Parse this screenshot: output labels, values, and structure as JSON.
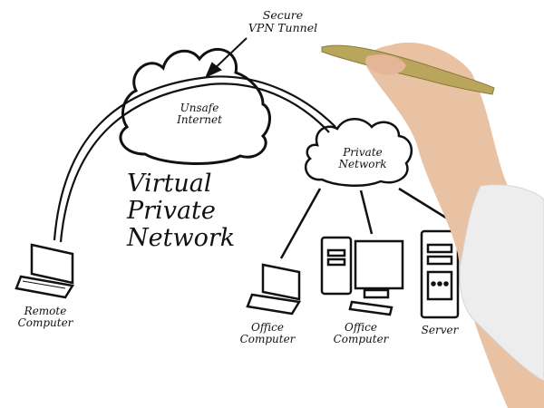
{
  "diagram": {
    "title_lines": [
      "Virtual",
      "Private",
      "Network"
    ],
    "labels": {
      "vpn_tunnel": [
        "Secure",
        "VPN Tunnel"
      ],
      "unsafe_internet": [
        "Unsafe",
        "Internet"
      ],
      "private_network": [
        "Private",
        "Network"
      ],
      "remote_computer": [
        "Remote",
        "Computer"
      ],
      "office_laptop": [
        "Office",
        "Computer"
      ],
      "office_desktop": [
        "Office",
        "Computer"
      ],
      "server": [
        "Server"
      ]
    },
    "nodes": [
      {
        "id": "remote_computer",
        "type": "laptop",
        "label": "Remote Computer"
      },
      {
        "id": "unsafe_internet",
        "type": "cloud",
        "label": "Unsafe Internet"
      },
      {
        "id": "private_network",
        "type": "cloud",
        "label": "Private Network"
      },
      {
        "id": "office_laptop",
        "type": "laptop",
        "label": "Office Computer"
      },
      {
        "id": "office_desktop",
        "type": "desktop",
        "label": "Office Computer"
      },
      {
        "id": "server",
        "type": "server-tower",
        "label": "Server"
      }
    ],
    "edges": [
      {
        "from": "remote_computer",
        "to": "private_network",
        "style": "double-line-tunnel",
        "via": "unsafe_internet",
        "label": "Secure VPN Tunnel"
      },
      {
        "from": "private_network",
        "to": "office_laptop",
        "style": "line"
      },
      {
        "from": "private_network",
        "to": "office_desktop",
        "style": "line"
      },
      {
        "from": "private_network",
        "to": "server",
        "style": "line"
      }
    ],
    "colors": {
      "ink": "#111111",
      "background": "#ffffff",
      "pen": "#b8a55a",
      "skin": "#e8bfa0",
      "sleeve": "#eeeeee"
    }
  }
}
